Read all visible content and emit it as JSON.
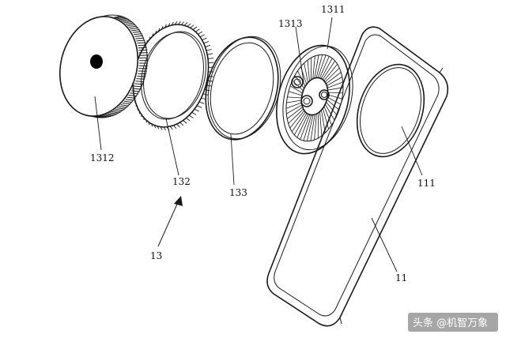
{
  "labels": {
    "cover": "1312",
    "gear_ring": "132",
    "ring": "133",
    "assembly": "13",
    "fan_top": "1311",
    "fan_inner": "1313",
    "phone_circle": "111",
    "phone": "11"
  },
  "watermark": "头条 @机智万象",
  "colors": {
    "line": "#1a1a1a",
    "background": "#ffffff"
  }
}
